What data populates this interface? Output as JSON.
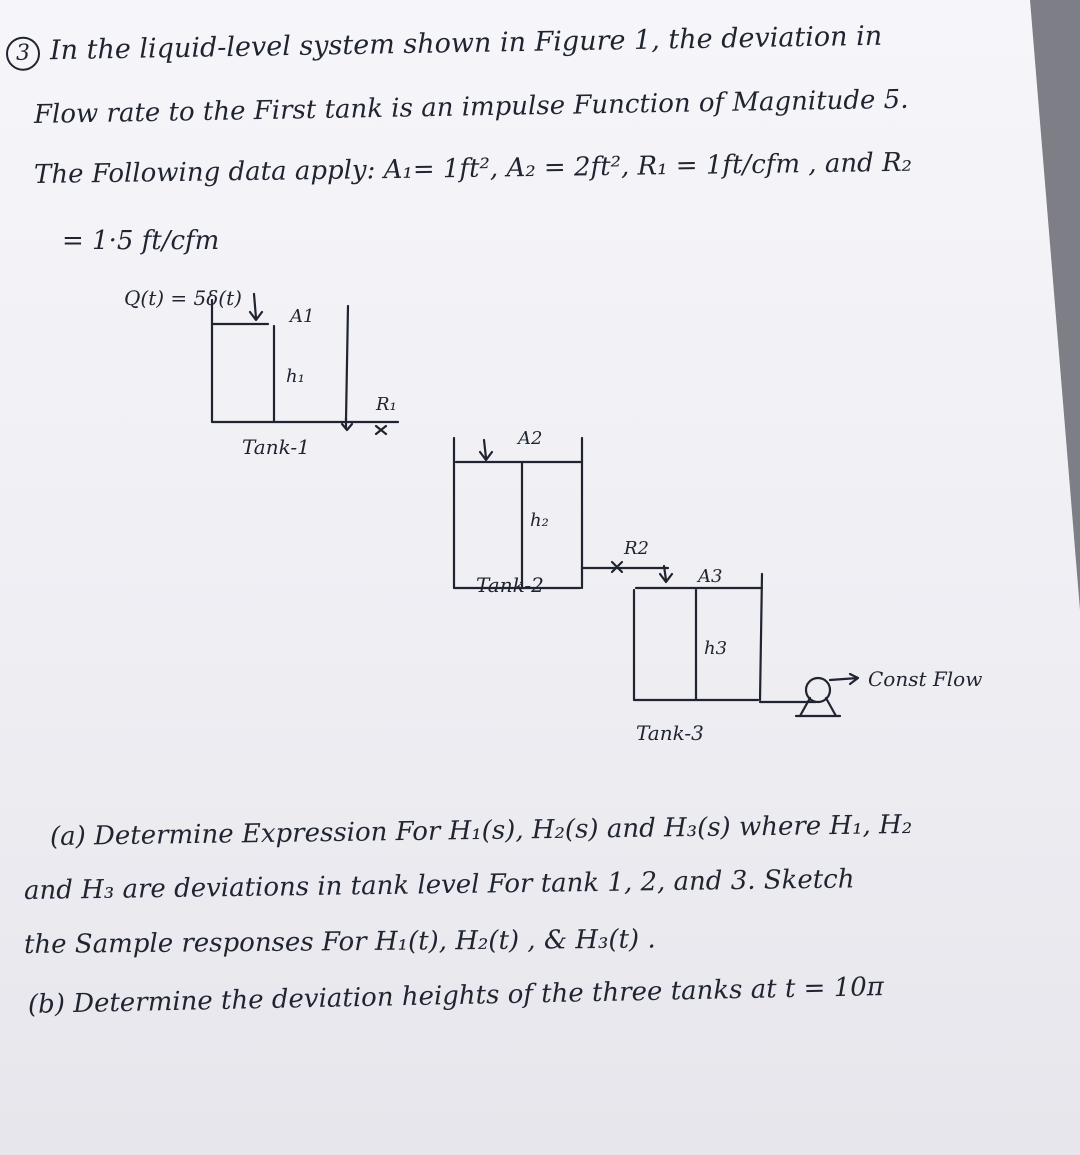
{
  "problem": {
    "number": "3",
    "line1": "In the liquid-level system shown in Figure 1, the deviation in",
    "line2": "Flow rate to the First tank is an impulse Function of Magnitude 5.",
    "line3": "The Following data apply: A₁= 1ft², A₂ = 2ft², R₁ = 1ft/cfm , and R₂",
    "line4": "= 1·5 ft/cfm"
  },
  "diagram": {
    "inflow_label": "Q(t) = 5δ(t)",
    "tank1": {
      "area_label": "A1",
      "height_label": "h₁",
      "name": "Tank-1",
      "resistance_label": "R₁"
    },
    "tank2": {
      "area_label": "A2",
      "height_label": "h₂",
      "name": "Tank-2",
      "resistance_label": "R2"
    },
    "tank3": {
      "area_label": "A3",
      "height_label": "h3",
      "name": "Tank-3"
    },
    "pump_label": "Const Flow"
  },
  "questions": {
    "a_line1": "(a) Determine Expression For H₁(s), H₂(s) and H₃(s) where H₁, H₂",
    "a_line2": "and H₃ are deviations in tank level For tank 1, 2, and 3. Sketch",
    "a_line3": "the Sample responses For H₁(t), H₂(t) , & H₃(t) .",
    "b_line1": "(b) Determine the deviation heights of the three tanks at t = 10π"
  },
  "colors": {
    "ink": "#1f2430",
    "paper": "#f2f2f6",
    "background": "#7e7e86"
  }
}
